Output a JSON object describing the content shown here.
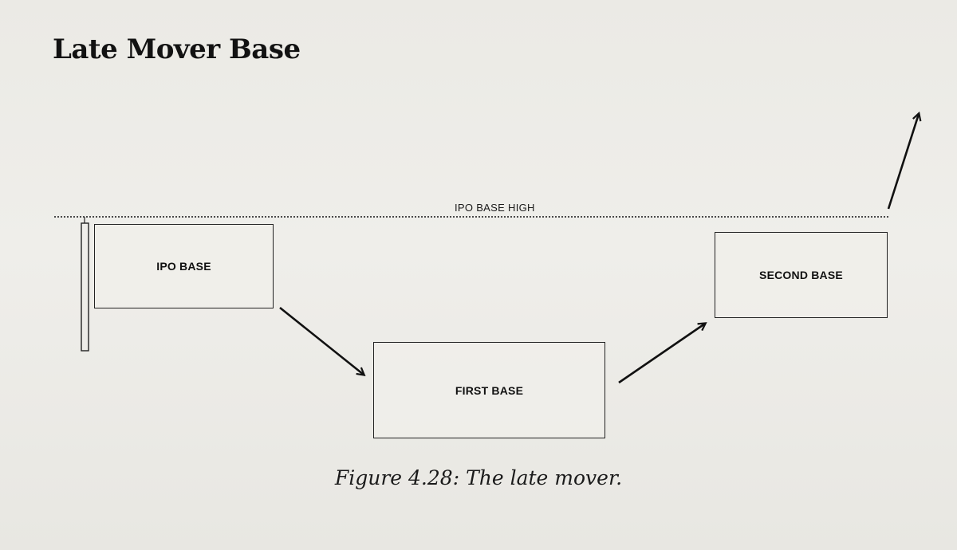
{
  "heading": "Late Mover Base",
  "reference_line": {
    "label": "IPO BASE HIGH"
  },
  "bases": [
    {
      "id": "ipo",
      "label": "IPO BASE"
    },
    {
      "id": "first",
      "label": "FIRST BASE"
    },
    {
      "id": "second",
      "label": "SECOND BASE"
    }
  ],
  "caption": "Figure 4.28: The late mover.",
  "colors": {
    "ink": "#1a1a1a",
    "paper": "#ecebe6"
  }
}
